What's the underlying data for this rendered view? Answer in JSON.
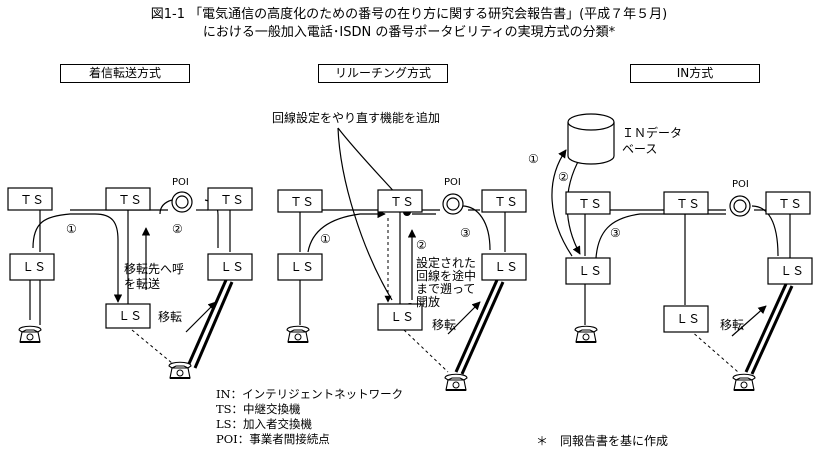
{
  "title": {
    "line1": "図1-1 「電気通信の高度化のための番号の在り方に関する研究会報告書」(平成７年５月)",
    "line2": "における一般加入電話･ISDN の番号ポータビリティの実現方式の分類*"
  },
  "methods": {
    "forwarding": "着信転送方式",
    "rerouting": "リルーチング方式",
    "in": "IN方式"
  },
  "labels": {
    "ts": "ＴＳ",
    "ls": "ＬＳ",
    "poi": "POI",
    "n1": "①",
    "n2": "②",
    "n3": "③",
    "transfer": "移転",
    "fwd_note_1": "移転先へ呼",
    "fwd_note_2": "を転送",
    "rr_function": "回線設定をやり直す機能を追加",
    "rr_note_1": "設定された",
    "rr_note_2": "回線を途中",
    "rr_note_3": "まで遡って",
    "rr_note_4": "開放",
    "in_db_1": "ＩＮデータ",
    "in_db_2": "ベース",
    "phone_icon": "telephone-icon",
    "database_icon": "database-cylinder-icon"
  },
  "legend": [
    "IN：インテリジェントネットワーク",
    "TS：中継交換機",
    "LS：加入者交換機",
    "POI：事業者間接続点"
  ],
  "footnote": "＊　同報告書を基に作成"
}
